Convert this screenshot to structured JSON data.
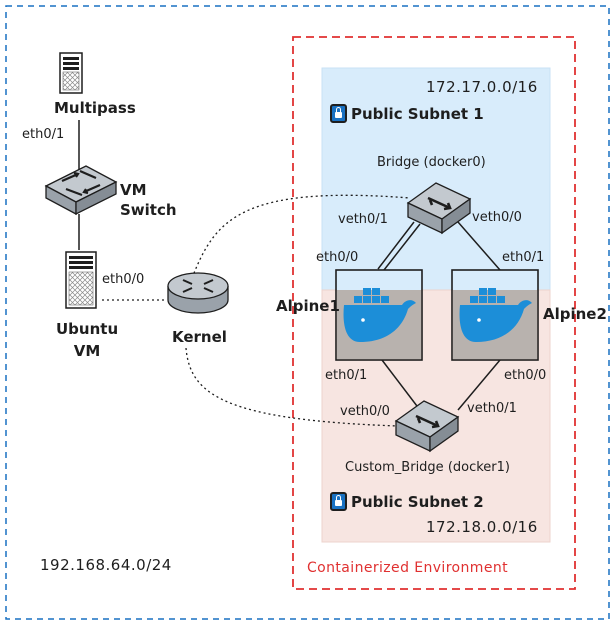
{
  "diagram": {
    "nodes": {
      "multipass": "Multipass",
      "vm_switch": "VM\nSwitch",
      "ubuntu_vm": "Ubuntu\nVM",
      "kernel": "Kernel",
      "bridge": "Bridge (docker0)",
      "custom_bridge": "Custom_Bridge (docker1)",
      "alpine1": "Alpine1",
      "alpine2": "Alpine2"
    },
    "subnets": {
      "subnet1_name": "Public Subnet 1",
      "subnet1_cidr": "172.17.0.0/16",
      "subnet2_name": "Public Subnet 2",
      "subnet2_cidr": "172.18.0.0/16"
    },
    "interfaces": {
      "multipass_eth": "eth0/1",
      "ubuntu_eth": "eth0/0",
      "bridge_veth_left": "veth0/1",
      "bridge_veth_right": "veth0/0",
      "alpine1_top_eth": "eth0/0",
      "alpine2_top_eth": "eth0/1",
      "alpine1_bottom_eth": "eth0/1",
      "alpine2_bottom_eth": "eth0/0",
      "custom_veth_left": "veth0/0",
      "custom_veth_right": "veth0/1"
    },
    "containerized_label": "Containerized Environment",
    "host_network": "192.168.64.0/24",
    "colors": {
      "outer_border": "#1971c2",
      "container_border": "#e03131",
      "subnet1_fill": "#d8ecfb",
      "subnet2_fill": "#f7e5e1",
      "docker_blue": "#1c8ed8",
      "device_gray": "#b0b7bf"
    },
    "icons": [
      "server-icon",
      "switch-icon",
      "router-icon",
      "docker-icon",
      "lock-icon"
    ]
  }
}
